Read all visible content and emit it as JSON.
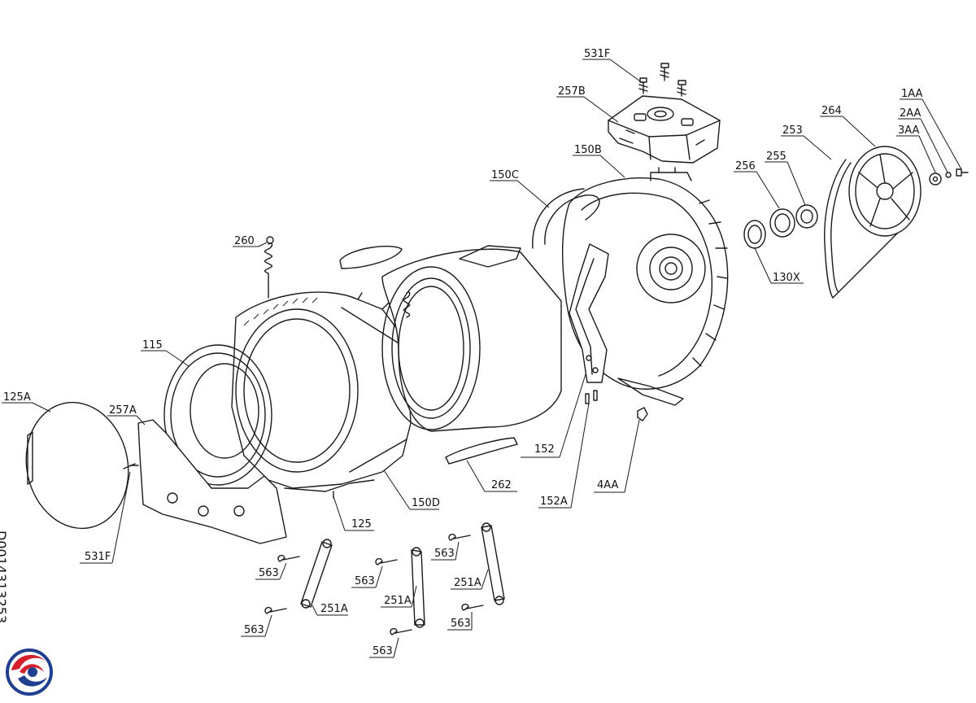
{
  "diagram": {
    "doc_code": "D0014313253",
    "callouts": [
      {
        "id": "c-531F-top",
        "text": "531F"
      },
      {
        "id": "c-257B",
        "text": "257B"
      },
      {
        "id": "c-150B",
        "text": "150B"
      },
      {
        "id": "c-150C",
        "text": "150C"
      },
      {
        "id": "c-1AA",
        "text": "1AA"
      },
      {
        "id": "c-2AA",
        "text": "2AA"
      },
      {
        "id": "c-3AA",
        "text": "3AA"
      },
      {
        "id": "c-264",
        "text": "264"
      },
      {
        "id": "c-253",
        "text": "253"
      },
      {
        "id": "c-256",
        "text": "256"
      },
      {
        "id": "c-255",
        "text": "255"
      },
      {
        "id": "c-130X",
        "text": "130X"
      },
      {
        "id": "c-260",
        "text": "260"
      },
      {
        "id": "c-115",
        "text": "115"
      },
      {
        "id": "c-125A",
        "text": "125A"
      },
      {
        "id": "c-257A",
        "text": "257A"
      },
      {
        "id": "c-152",
        "text": "152"
      },
      {
        "id": "c-262",
        "text": "262"
      },
      {
        "id": "c-152A",
        "text": "152A"
      },
      {
        "id": "c-4AA",
        "text": "4AA"
      },
      {
        "id": "c-150D",
        "text": "150D"
      },
      {
        "id": "c-125",
        "text": "125"
      },
      {
        "id": "c-531F-bottom",
        "text": "531F"
      },
      {
        "id": "c-563-a",
        "text": "563"
      },
      {
        "id": "c-563-b",
        "text": "563"
      },
      {
        "id": "c-563-c",
        "text": "563"
      },
      {
        "id": "c-563-d",
        "text": "563"
      },
      {
        "id": "c-563-e",
        "text": "563"
      },
      {
        "id": "c-563-f",
        "text": "563"
      },
      {
        "id": "c-251A-a",
        "text": "251A"
      },
      {
        "id": "c-251A-b",
        "text": "251A"
      },
      {
        "id": "c-251A-c",
        "text": "251A"
      }
    ]
  },
  "logo": {
    "colors": {
      "red": "#d61f2c",
      "blue": "#1f3f8f"
    }
  }
}
